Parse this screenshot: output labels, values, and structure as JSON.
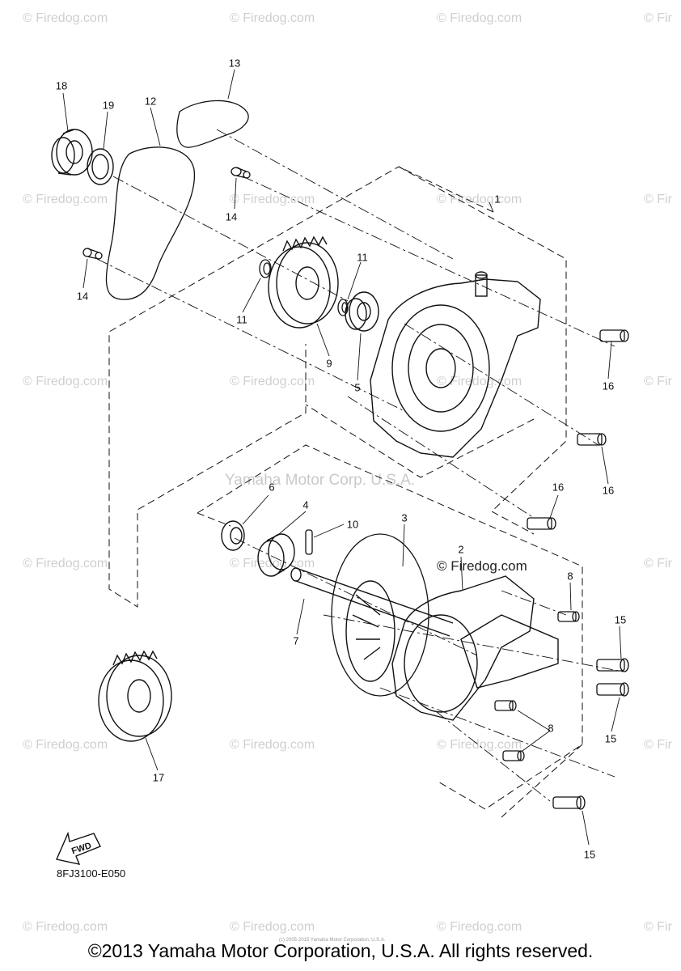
{
  "watermarks": {
    "site": "© Firedog.com",
    "site_short": "© Fir",
    "center": "Yamaha Motor Corp. U.S.A.",
    "inline": "© Firedog.com"
  },
  "callouts": [
    {
      "id": "18",
      "text": "18"
    },
    {
      "id": "19",
      "text": "19"
    },
    {
      "id": "12",
      "text": "12"
    },
    {
      "id": "13",
      "text": "13"
    },
    {
      "id": "14a",
      "text": "14"
    },
    {
      "id": "14b",
      "text": "14"
    },
    {
      "id": "1",
      "text": "1"
    },
    {
      "id": "11a",
      "text": "11"
    },
    {
      "id": "11b",
      "text": "11"
    },
    {
      "id": "9",
      "text": "9"
    },
    {
      "id": "5",
      "text": "5"
    },
    {
      "id": "16a",
      "text": "16"
    },
    {
      "id": "16b",
      "text": "16"
    },
    {
      "id": "16c",
      "text": "16"
    },
    {
      "id": "6",
      "text": "6"
    },
    {
      "id": "4",
      "text": "4"
    },
    {
      "id": "10",
      "text": "10"
    },
    {
      "id": "3",
      "text": "3"
    },
    {
      "id": "2",
      "text": "2"
    },
    {
      "id": "8a",
      "text": "8"
    },
    {
      "id": "8b",
      "text": "8"
    },
    {
      "id": "7",
      "text": "7"
    },
    {
      "id": "15a",
      "text": "15"
    },
    {
      "id": "15b",
      "text": "15"
    },
    {
      "id": "15c",
      "text": "15"
    },
    {
      "id": "17",
      "text": "17"
    }
  ],
  "fwd_label": "FWD",
  "diagram_code": "8FJ3100-E050",
  "fineprint": "(c) 2005-2015 Yamaha Motor Corporation, U.S.A.",
  "footer": "©2013 Yamaha Motor Corporation, U.S.A. All rights reserved."
}
